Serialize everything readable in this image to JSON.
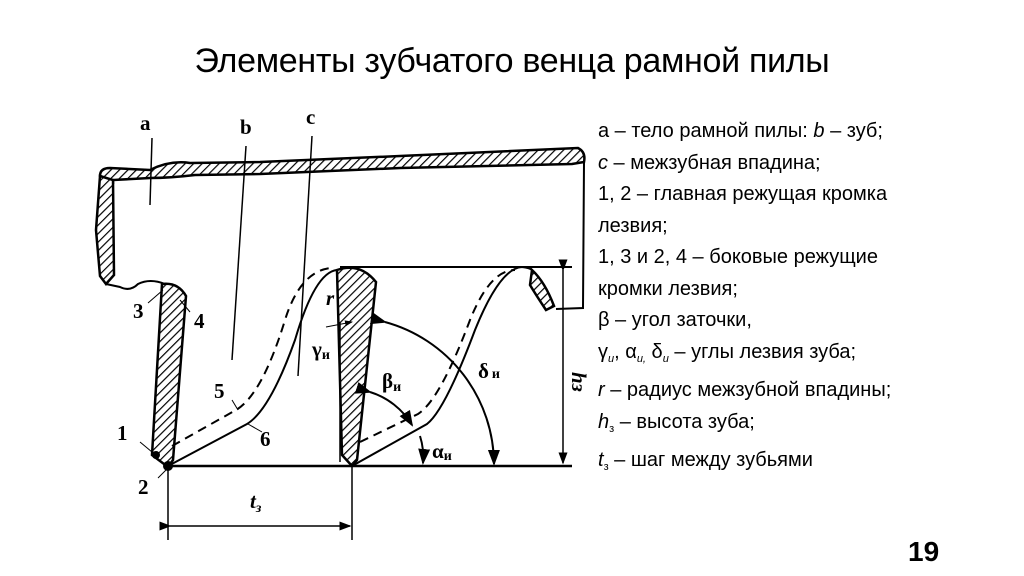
{
  "slide": {
    "title": "Элементы зубчатого венца рамной пилы",
    "page_number": "19"
  },
  "diagram_labels": {
    "a": "a",
    "b": "b",
    "c": "c",
    "n1": "1",
    "n2": "2",
    "n3": "3",
    "n4": "4",
    "n5": "5",
    "n6": "6",
    "t": "t",
    "t_sub": "з",
    "r": "r",
    "gamma": "γ",
    "gamma_sub": "и",
    "beta": "β",
    "beta_sub": "и",
    "delta": "δ",
    "delta_sub": "и",
    "alpha": "α",
    "alpha_sub": "и",
    "h": "hз"
  },
  "legend": {
    "l1a": "а – тело рамной пилы: ",
    "l1b": "b",
    "l1c": " – зуб;",
    "l2a": "c",
    "l2b": " – межзубная впадина;",
    "l3": "1, 2 – главная режущая кромка",
    "l4": "лезвия;",
    "l5": "1, 3 и 2, 4 – боковые режущие",
    "l6": "кромки лезвия;",
    "l7": "β  – угол заточки,",
    "l8_g": "γ",
    "l8_gs": "и",
    "l8_a": ", α",
    "l8_as": "и,",
    "l8_d": " δ",
    "l8_ds": "и",
    "l8_rest": " –  углы лезвия зуба;",
    "l9a": "r",
    "l9b": " – радиус межзубной впадины;",
    "l10a": "h",
    "l10s": "з",
    "l10b": " – высота зуба;",
    "l11a": "t",
    "l11s": "з",
    "l11b": " – шаг между зубьями"
  }
}
